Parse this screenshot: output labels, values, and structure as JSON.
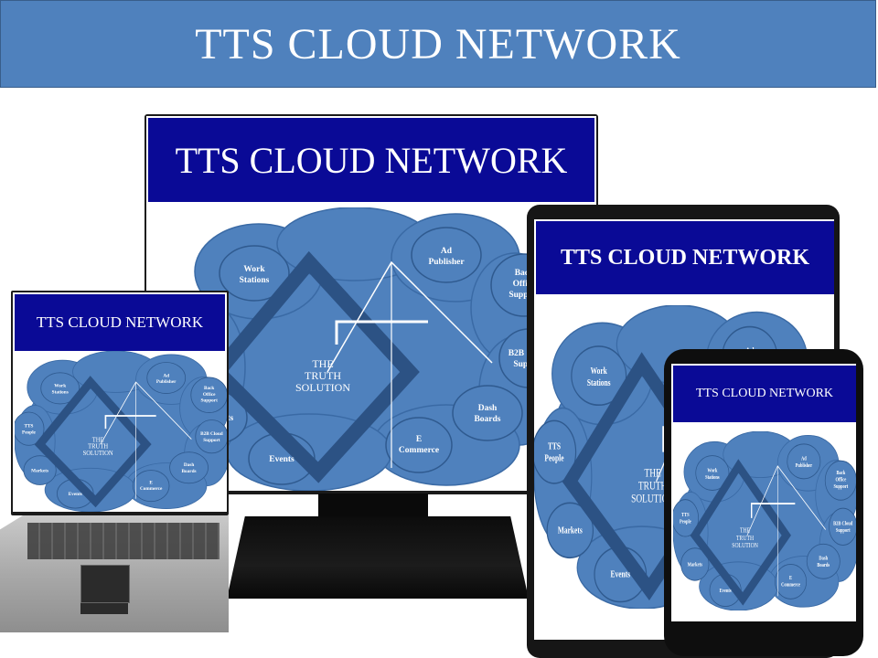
{
  "banner": {
    "title": "TTS CLOUD NETWORK"
  },
  "screen_title": "TTS CLOUD NETWORK",
  "cloud": {
    "center": [
      "THE",
      "TRUTH",
      "SOLUTION"
    ],
    "nodes": {
      "work_stations": [
        "Work",
        "Stations"
      ],
      "ad_publisher": [
        "Ad",
        "Publisher"
      ],
      "back_office": [
        "Back",
        "Office",
        "Support"
      ],
      "b2b_cloud": [
        "B2B Cloud",
        "Support"
      ],
      "dash_boards": [
        "Dash",
        "Boards"
      ],
      "e_commerce": [
        "E",
        "Commerce"
      ],
      "events": [
        "Events"
      ],
      "tts_people": [
        "TTS",
        "People"
      ],
      "markets": [
        "Markets"
      ]
    }
  },
  "colors": {
    "banner": "#4f81bd",
    "screen_header": "#0a0a96",
    "cloud": "#4f81bd"
  }
}
